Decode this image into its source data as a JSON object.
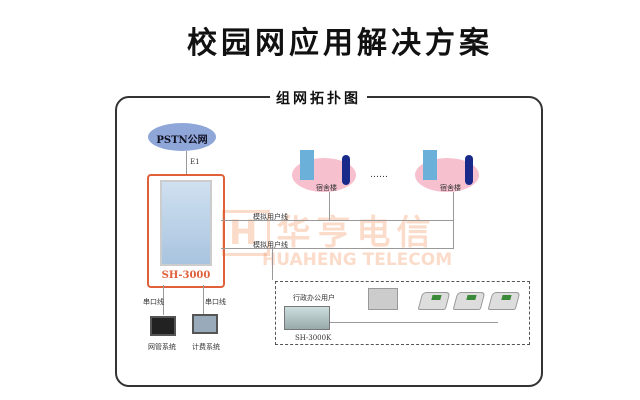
{
  "title": "校园网应用解决方案",
  "diagram_title": "组网拓扑图",
  "pstn": "PSTN公网",
  "e1": "E1",
  "main_device": "SH-3000",
  "line_labels": [
    "模拟用户线",
    "模拟用户线"
  ],
  "buildings": [
    "宿舍楼",
    "宿舍楼"
  ],
  "ellipsis": "……",
  "serial_labels": [
    "串口线",
    "串口线"
  ],
  "systems": [
    "网管系统",
    "计费系统"
  ],
  "office_users": "行政办公用户",
  "sub_device": "SH-3000K",
  "watermark": {
    "cn": "华亨电信",
    "en": "HUAHENG TELECOM"
  },
  "colors": {
    "accent": "#e0603a",
    "cloud": "#f7c0cf",
    "pstn_cloud": "#8fa6d8"
  }
}
